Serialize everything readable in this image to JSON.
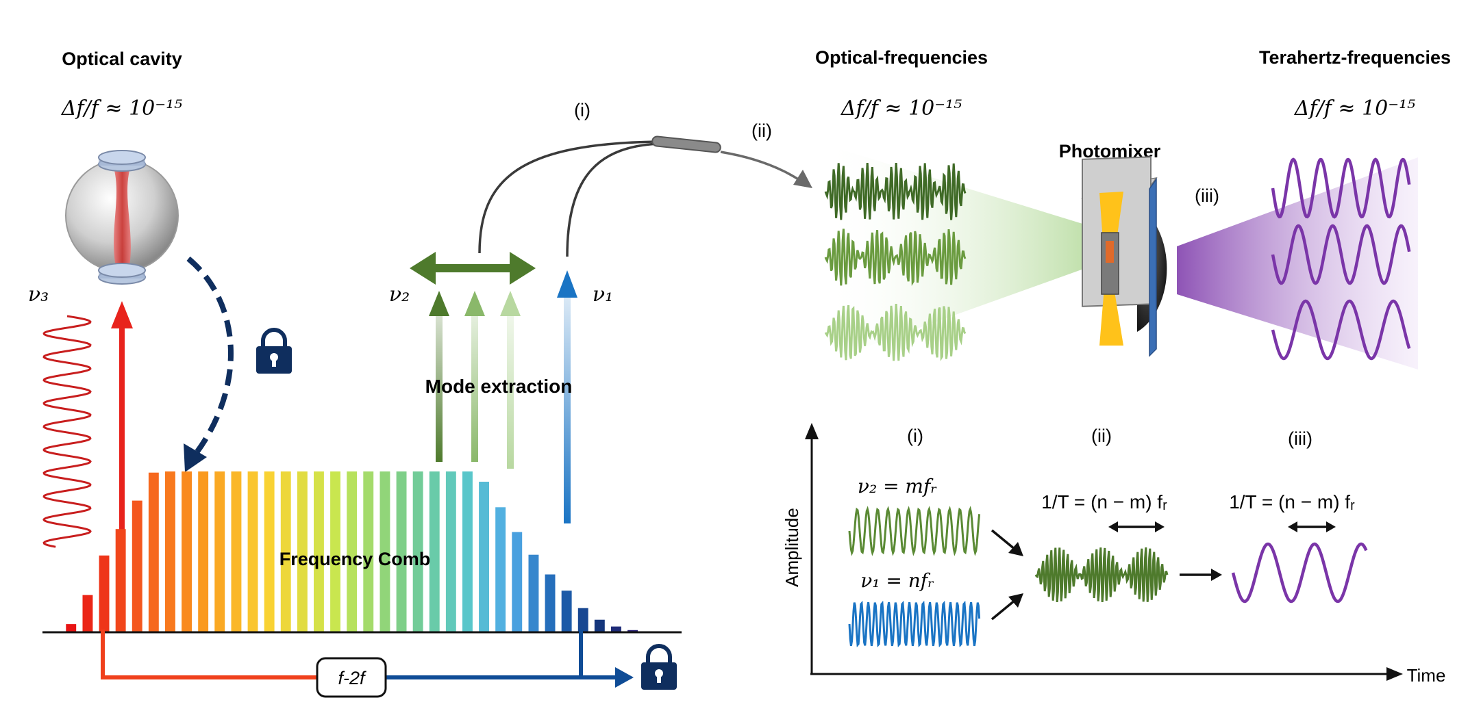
{
  "left_panel": {
    "title": "Optical cavity",
    "stability": "Δf/f ≈ 10⁻¹⁵",
    "nu3": "ν₃",
    "nu2": "ν₂",
    "nu1": "ν₁",
    "mode_extraction": "Mode extraction",
    "comb_label": "Frequency Comb",
    "f2f": "f-2f",
    "fiber_i": "(i)",
    "fiber_ii": "(ii)"
  },
  "optical": {
    "title": "Optical-frequencies",
    "stability": "Δf/f ≈ 10⁻¹⁵"
  },
  "photomixer": {
    "title": "Photomixer",
    "label_iii": "(iii)"
  },
  "terahertz": {
    "title": "Terahertz-frequencies",
    "stability": "Δf/f ≈ 10⁻¹⁵"
  },
  "plot": {
    "ylabel": "Amplitude",
    "xlabel": "Time",
    "col_i": "(i)",
    "col_ii": "(ii)",
    "col_iii": "(iii)",
    "nu2_eq": "ν₂ = mfᵣ",
    "nu1_eq": "ν₁ = nfᵣ",
    "beat_eq_ii": "1/T = (n − m) fᵣ",
    "beat_eq_iii": "1/T = (n − m) fᵣ"
  },
  "colors": {
    "green_dark": "#4e7a2c",
    "green_mid": "#6a9b3f",
    "green_light": "#a8cc88",
    "blue": "#1a74c4",
    "navy": "#0f2e5e",
    "red": "#e8231c",
    "purple": "#7a35a8"
  }
}
